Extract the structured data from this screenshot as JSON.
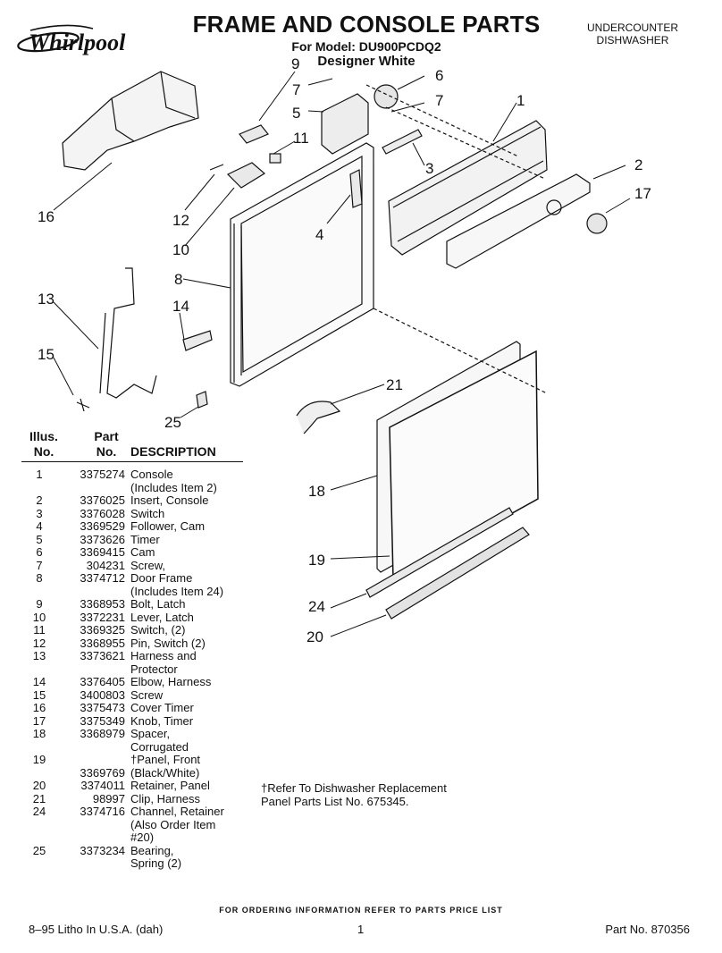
{
  "header": {
    "brand": "Whirlpool",
    "title": "FRAME AND CONSOLE PARTS",
    "model": "For Model: DU900PCDQ2",
    "color": "Designer White",
    "category": [
      "UNDERCOUNTER",
      "DISHWASHER"
    ]
  },
  "callouts": [
    "9",
    "7",
    "5",
    "11",
    "6",
    "7",
    "1",
    "3",
    "2",
    "17",
    "16",
    "12",
    "10",
    "4",
    "8",
    "13",
    "14",
    "15",
    "25",
    "21",
    "18",
    "19",
    "24",
    "20"
  ],
  "parts_table": {
    "headers": {
      "illus": [
        "Illus.",
        "No."
      ],
      "part": [
        "Part",
        "No."
      ],
      "description": "DESCRIPTION"
    },
    "rows": [
      {
        "illus": "1",
        "part": "3375274",
        "desc": [
          "Console",
          "(Includes Item 2)"
        ]
      },
      {
        "illus": "2",
        "part": "3376025",
        "desc": [
          "Insert, Console"
        ]
      },
      {
        "illus": "3",
        "part": "3376028",
        "desc": [
          "Switch"
        ]
      },
      {
        "illus": "4",
        "part": "3369529",
        "desc": [
          "Follower, Cam"
        ]
      },
      {
        "illus": "5",
        "part": "3373626",
        "desc": [
          "Timer"
        ]
      },
      {
        "illus": "6",
        "part": "3369415",
        "desc": [
          "Cam"
        ]
      },
      {
        "illus": "7",
        "part": "304231",
        "desc": [
          "Screw,"
        ]
      },
      {
        "illus": "8",
        "part": "3374712",
        "desc": [
          "Door Frame",
          "(Includes Item 24)"
        ]
      },
      {
        "illus": "9",
        "part": "3368953",
        "desc": [
          "Bolt, Latch"
        ]
      },
      {
        "illus": "10",
        "part": "3372231",
        "desc": [
          "Lever, Latch"
        ]
      },
      {
        "illus": "11",
        "part": "3369325",
        "desc": [
          "Switch, (2)"
        ]
      },
      {
        "illus": "12",
        "part": "3368955",
        "desc": [
          "Pin, Switch (2)"
        ]
      },
      {
        "illus": "13",
        "part": "3373621",
        "desc": [
          "Harness and",
          "Protector"
        ]
      },
      {
        "illus": "14",
        "part": "3376405",
        "desc": [
          "Elbow, Harness"
        ]
      },
      {
        "illus": "15",
        "part": "3400803",
        "desc": [
          "Screw"
        ]
      },
      {
        "illus": "16",
        "part": "3375473",
        "desc": [
          "Cover Timer"
        ]
      },
      {
        "illus": "17",
        "part": "3375349",
        "desc": [
          "Knob, Timer"
        ]
      },
      {
        "illus": "18",
        "part": "3368979",
        "desc": [
          "Spacer,",
          "Corrugated"
        ]
      },
      {
        "illus": "19",
        "part": "3369769",
        "desc": [
          "†Panel, Front",
          "(Black/White)"
        ]
      },
      {
        "illus": "20",
        "part": "3374011",
        "desc": [
          "Retainer, Panel"
        ]
      },
      {
        "illus": "21",
        "part": "98997",
        "desc": [
          "Clip, Harness"
        ]
      },
      {
        "illus": "24",
        "part": "3374716",
        "desc": [
          "Channel, Retainer",
          "(Also Order Item",
          "#20)"
        ]
      },
      {
        "illus": "25",
        "part": "3373234",
        "desc": [
          "Bearing,",
          "Spring (2)"
        ]
      }
    ]
  },
  "note": [
    "†Refer To Dishwasher Replacement",
    "Panel Parts List No. 675345."
  ],
  "ordering_info": "FOR ORDERING INFORMATION REFER TO PARTS PRICE LIST",
  "footer": {
    "left": "8–95 Litho In U.S.A. (dah)",
    "page": "1",
    "right": "Part No. 870356"
  }
}
